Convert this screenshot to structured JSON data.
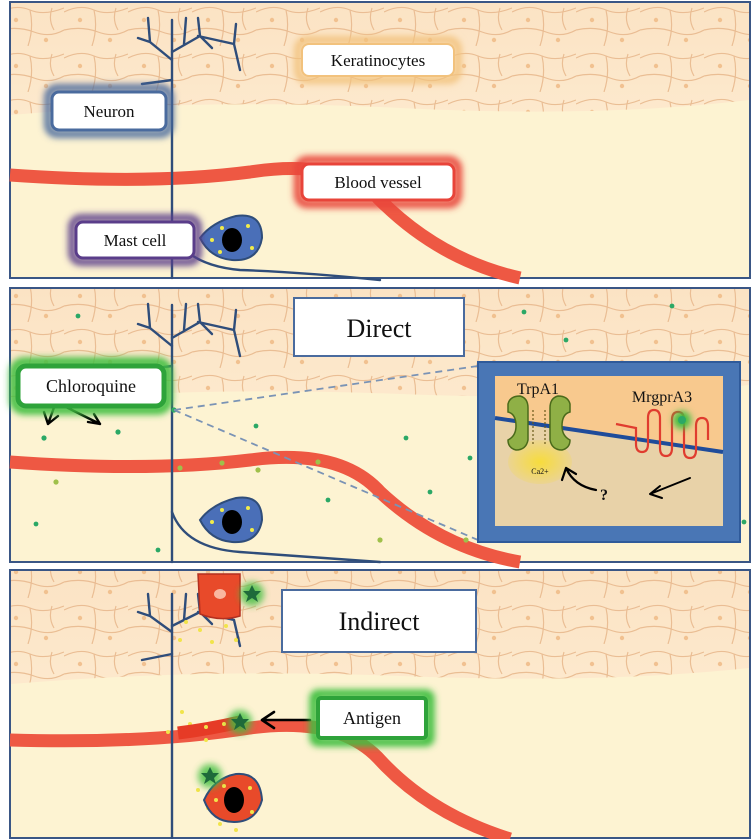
{
  "panels": [
    {
      "labels": {
        "keratinocytes": "Keratinocytes",
        "neuron": "Neuron",
        "blood_vessel": "Blood vessel",
        "mast_cell": "Mast cell"
      },
      "colors": {
        "keratinocytes": "#f2c27d",
        "neuron": "#4a6b9e",
        "blood_vessel": "#e8443a",
        "mast_cell": "#5a3d8a"
      }
    },
    {
      "title": "Direct",
      "labels": {
        "chloroquine": "Chloroquine"
      },
      "inset": {
        "trpa1": "TrpA1",
        "mrgpra3": "MrgprA3",
        "calcium": "Ca2+",
        "question": "?"
      }
    },
    {
      "title": "Indirect",
      "labels": {
        "antigen": "Antigen"
      }
    }
  ],
  "palette": {
    "skin_top": "#fbe3c4",
    "skin_bottom": "#fdf3d2",
    "cell_border": "#e8b98e",
    "nerve": "#2f4d7a",
    "vessel": "#ee5843",
    "chloroquine_dot": "#2ba866",
    "glow_green": "#3fbf3f",
    "inset_frame": "#4976b5",
    "channel": "#8fb046",
    "receptor": "#e03c2f"
  }
}
